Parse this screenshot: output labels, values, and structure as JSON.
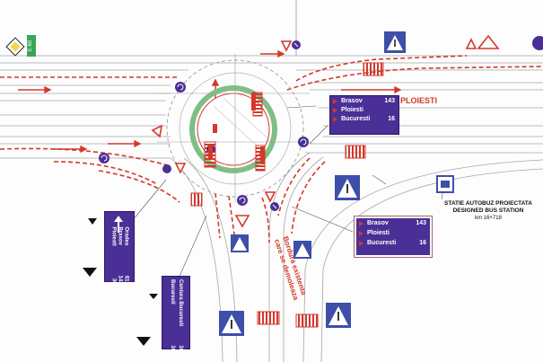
{
  "road_code": "E 60",
  "direction_sign_top": {
    "rows": [
      {
        "name": "Brasov",
        "km": "143"
      },
      {
        "name": "Ploiesti",
        "km": ""
      },
      {
        "name": "Bucuresti",
        "km": "16"
      }
    ]
  },
  "destination_label": "PLOIESTI",
  "direction_sign_right": {
    "rows": [
      {
        "name": "Brasov",
        "km": "143"
      },
      {
        "name": "Ploiesti",
        "km": ""
      },
      {
        "name": "Bucuresti",
        "km": "16"
      }
    ]
  },
  "direction_sign_left": {
    "rows": [
      {
        "name": "Oradea",
        "km": "611"
      },
      {
        "name": "Brasov",
        "km": "143"
      },
      {
        "name": "Ploiesti",
        "km": "36"
      }
    ]
  },
  "direction_sign_bottom": {
    "rows": [
      {
        "name": "Centura Bucuresti",
        "km": "16"
      },
      {
        "name": "Bucuresti",
        "km": "16"
      }
    ]
  },
  "curb_note": [
    "Bordura existenta",
    "care se demoleaza"
  ],
  "bus_station": {
    "title": "STATIE AUTOBUZ PROIECTATA",
    "subtitle": "DESIGNED BUS STATION",
    "km": "km 16+718"
  },
  "colors": {
    "sign_blue": "#4a2f96",
    "sign_text": "#ffffff",
    "road_red": "#d4382a",
    "island_green": "#7fbf86",
    "line_gray": "#9a9a9a"
  }
}
